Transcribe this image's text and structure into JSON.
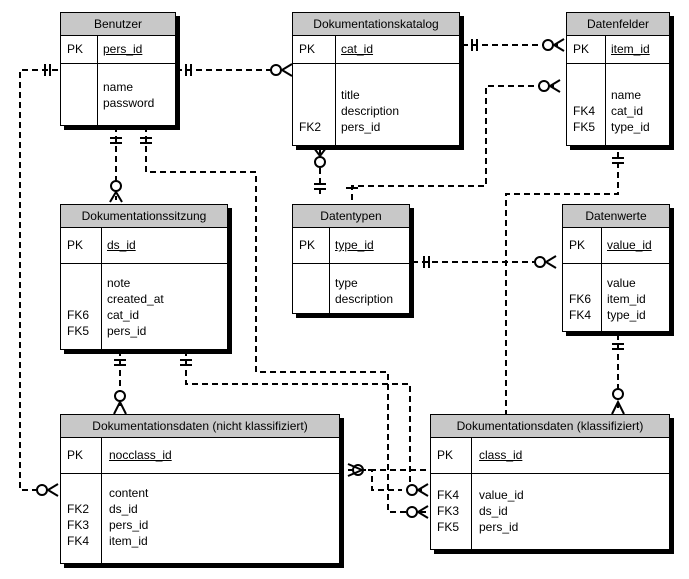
{
  "entities": [
    {
      "id": "benutzer",
      "title": "Benutzer",
      "pk_label": "PK",
      "pk_name": "pers_id",
      "keys": [
        "",
        ""
      ],
      "attrs": [
        "name",
        "password"
      ]
    },
    {
      "id": "dokumentationskatalog",
      "title": "Dokumentationskatalog",
      "pk_label": "PK",
      "pk_name": "cat_id",
      "keys": [
        "",
        "",
        "FK2"
      ],
      "attrs": [
        "title",
        "description",
        "pers_id"
      ]
    },
    {
      "id": "datenfelder",
      "title": "Datenfelder",
      "pk_label": "PK",
      "pk_name": "item_id",
      "keys": [
        "",
        "FK4",
        "FK5"
      ],
      "attrs": [
        "name",
        "cat_id",
        "type_id"
      ]
    },
    {
      "id": "dokumentationssitzung",
      "title": "Dokumentationssitzung",
      "pk_label": "PK",
      "pk_name": "ds_id",
      "keys": [
        "",
        "",
        "FK6",
        "FK5"
      ],
      "attrs": [
        "note",
        "created_at",
        "cat_id",
        "pers_id"
      ]
    },
    {
      "id": "datentypen",
      "title": "Datentypen",
      "pk_label": "PK",
      "pk_name": "type_id",
      "keys": [
        "",
        ""
      ],
      "attrs": [
        "type",
        "description"
      ]
    },
    {
      "id": "datenwerte",
      "title": "Datenwerte",
      "pk_label": "PK",
      "pk_name": "value_id",
      "keys": [
        "",
        "FK6",
        "FK4"
      ],
      "attrs": [
        "value",
        "item_id",
        "type_id"
      ]
    },
    {
      "id": "dokumentationsdaten-nicht",
      "title": "Dokumentationsdaten (nicht klassifiziert)",
      "pk_label": "PK",
      "pk_name": "nocclass_id",
      "keys": [
        "",
        "FK2",
        "FK3",
        "FK4"
      ],
      "attrs": [
        "content",
        "ds_id",
        "pers_id",
        "item_id"
      ]
    },
    {
      "id": "dokumentationsdaten-klass",
      "title": "Dokumentationsdaten (klassifiziert)",
      "pk_label": "PK",
      "pk_name": "class_id",
      "keys": [
        "FK4",
        "FK3",
        "FK5"
      ],
      "attrs": [
        "value_id",
        "ds_id",
        "pers_id"
      ]
    }
  ]
}
